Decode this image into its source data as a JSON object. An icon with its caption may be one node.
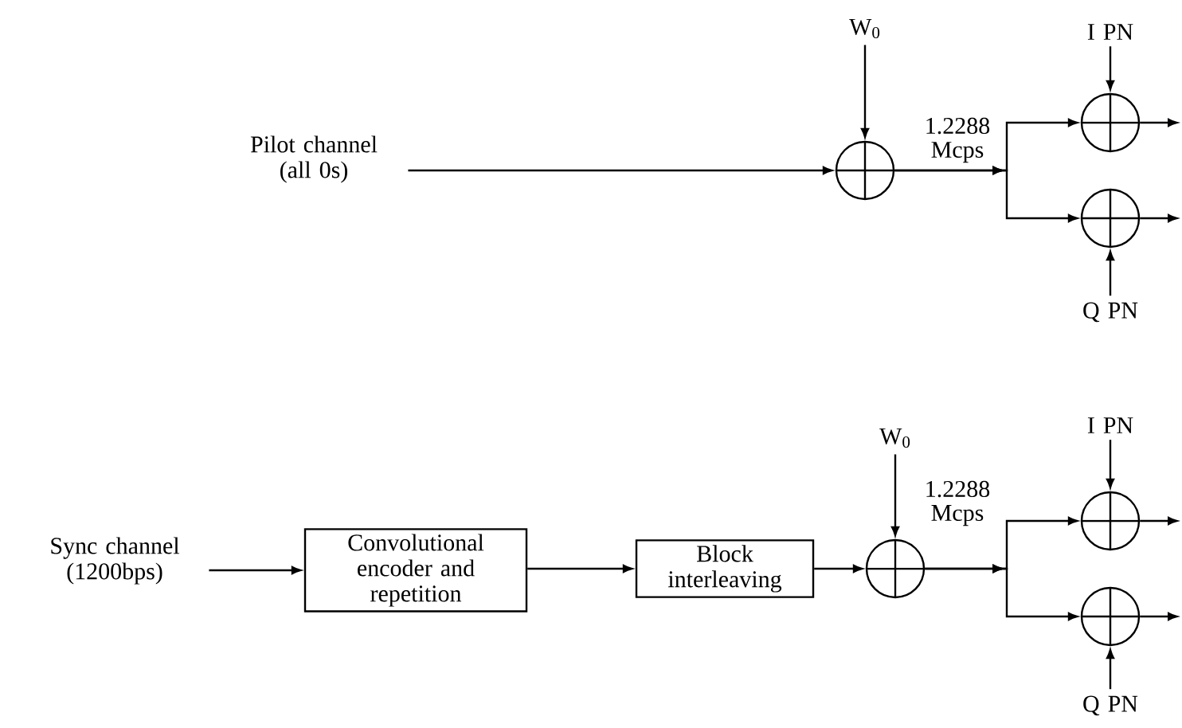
{
  "diagram": {
    "nodes": [
      {
        "text": [
          "Pilot channel (all 0s)"
        ]
      },
      {
        "text": [
          "W$_{0}$"
        ]
      },
      {
        "text": [],
        "shape": "circle"
      },
      {
        "text": [
          "I PN"
        ]
      },
      {
        "text": [],
        "shape": "circle"
      },
      {
        "text": [],
        "shape": "circle"
      },
      {
        "text": [
          "Q PN"
        ]
      },
      {
        "text": [
          "Sync channel (1200bps)"
        ]
      },
      {
        "text": [
          "Convolutional encoder and repetition"
        ]
      },
      {
        "text": [
          "Block interleaving"
        ]
      },
      {
        "text": [
          "W$_{0}$"
        ]
      },
      {
        "text": [],
        "shape": "circle"
      },
      {
        "text": [
          "I PN"
        ]
      },
      {
        "text": [],
        "shape": "circle"
      },
      {
        "text": [],
        "shape": "circle"
      },
      {
        "text": [
          "Q PN"
        ]
      }
    ],
    "edges": [
      {
        "from": 0,
        "to": 2,
        "arrow": "to"
      },
      {
        "from": 1,
        "to": 2,
        "arrow": "to"
      },
      {
        "from": 2,
        "to": 4,
        "arrow": "to"
      },
      {
        "from": 2,
        "to": 5,
        "arrow": "to"
      },
      {
        "from": 3,
        "to": 4,
        "arrow": "to"
      },
      {
        "from": 6,
        "to": 5,
        "arrow": "to"
      },
      {
        "from": 4,
        "to": null,
        "arrow": "to"
      },
      {
        "from": 5,
        "to": null,
        "arrow": "to"
      },
      {
        "from": 7,
        "to": 8,
        "arrow": "to"
      },
      {
        "from": 8,
        "to": 9,
        "arrow": "to"
      },
      {
        "from": 9,
        "to": 11,
        "arrow": "to"
      },
      {
        "from": 10,
        "to": 11,
        "arrow": "to"
      },
      {
        "from": 11,
        "to": 13,
        "arrow": "to"
      },
      {
        "from": 11,
        "to": 14,
        "arrow": "to"
      },
      {
        "from": 12,
        "to": 13,
        "arrow": "to"
      },
      {
        "from": 15,
        "to": 14,
        "arrow": "to"
      },
      {
        "from": 13,
        "to": null,
        "arrow": "to"
      },
      {
        "from": 14,
        "to": null,
        "arrow": "to"
      }
    ],
    "labels": [
      "1.2288 Mcps",
      "1.2288 Mcps"
    ]
  }
}
